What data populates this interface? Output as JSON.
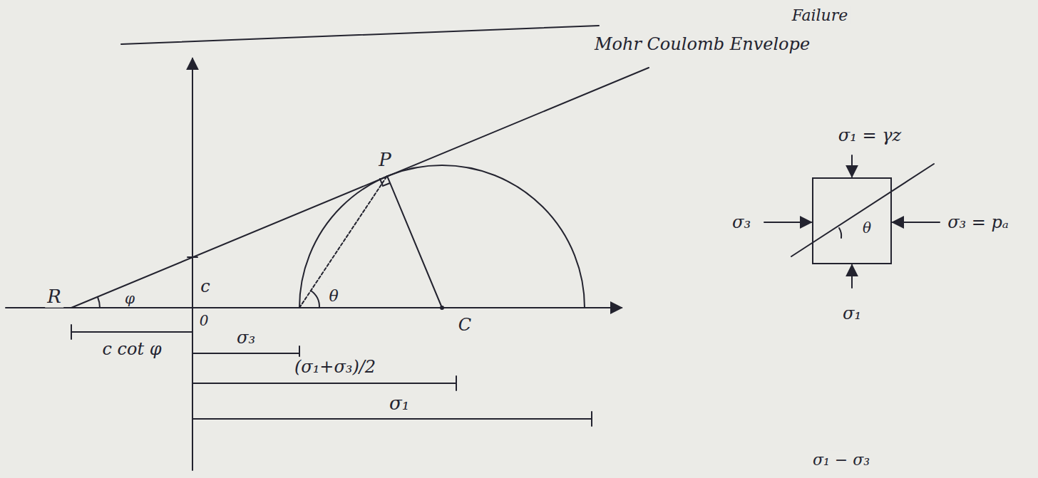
{
  "diagram": {
    "labels": [
      "Failure",
      "Mohr Coulomb Envelope",
      "P",
      "R",
      "φ",
      "c",
      "0",
      "θ",
      "C",
      "c cot φ",
      "σ₃",
      "(σ₁+σ₃)/2",
      "σ₁",
      "σ₁ = γz",
      "σ₃",
      "σ₃ = pₐ",
      "θ",
      "σ₁",
      "σ₁ − σ₃"
    ]
  }
}
